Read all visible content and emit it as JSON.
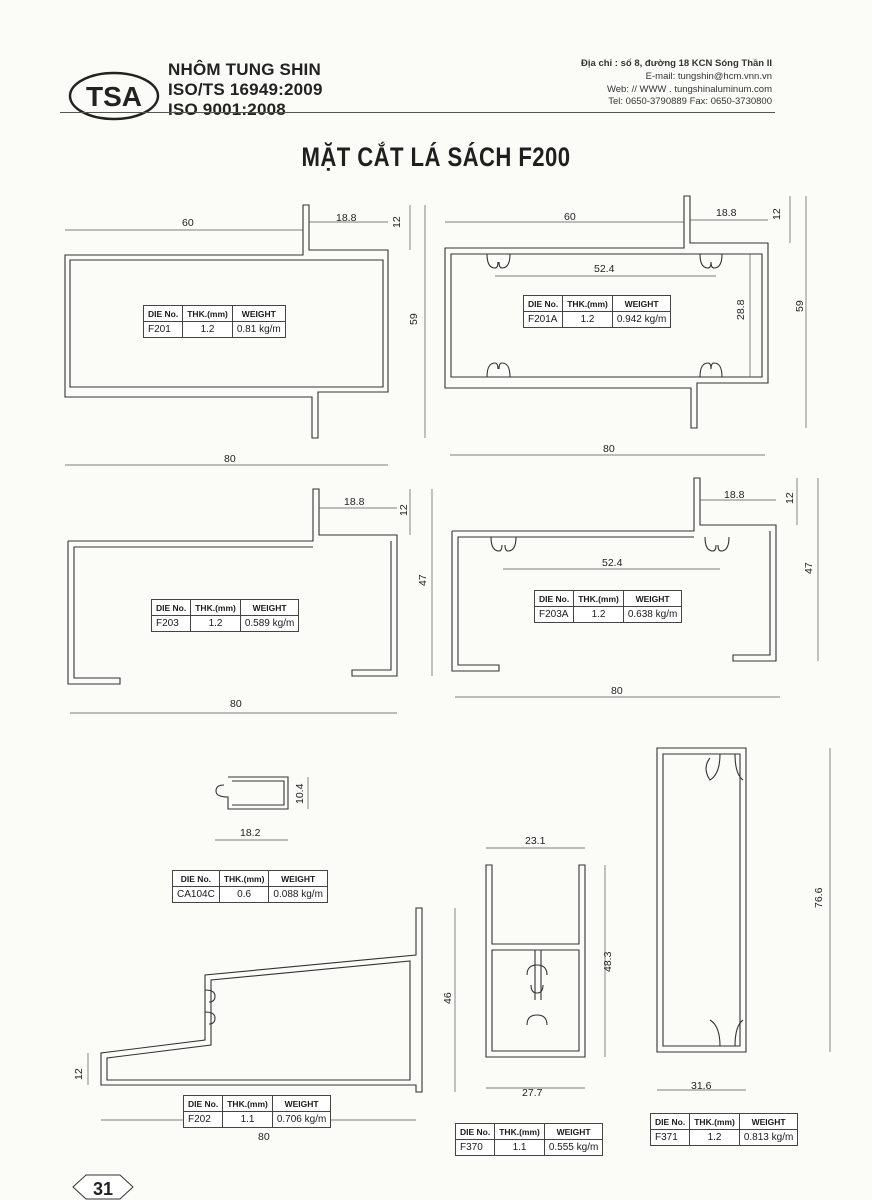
{
  "header": {
    "logo_text": "TSA",
    "company": "NHÔM TUNG SHIN",
    "cert1": "ISO/TS 16949:2009",
    "cert2": "ISO 9001:2008",
    "address": "Địa chỉ : số 8, đường 18 KCN Sóng Thần II",
    "email": "E-mail: tungshin@hcm.vnn.vn",
    "web": "Web: // WWW . tungshinaluminum.com",
    "phone": "Tel: 0650-3790889   Fax: 0650-3730800"
  },
  "title": "MẶT CẮT LÁ SÁCH F200",
  "table_headers": {
    "die": "DIE No.",
    "thk": "THK.(mm)",
    "weight": "WEIGHT"
  },
  "profiles": {
    "F201": {
      "die": "F201",
      "thk": "1.2",
      "weight": "0.81  kg/m",
      "dims": [
        "60",
        "18.8",
        "12",
        "59",
        "80"
      ]
    },
    "F201A": {
      "die": "F201A",
      "thk": "1.2",
      "weight": "0.942 kg/m",
      "dims": [
        "60",
        "18.8",
        "12",
        "52.4",
        "28.8",
        "59",
        "80"
      ]
    },
    "F203": {
      "die": "F203",
      "thk": "1.2",
      "weight": "0.589 kg/m",
      "dims": [
        "18.8",
        "12",
        "47",
        "80"
      ]
    },
    "F203A": {
      "die": "F203A",
      "thk": "1.2",
      "weight": "0.638 kg/m",
      "dims": [
        "18.8",
        "12",
        "52.4",
        "47",
        "80"
      ]
    },
    "CA104C": {
      "die": "CA104C",
      "thk": "0.6",
      "weight": "0.088 kg/m",
      "dims": [
        "10.4",
        "18.2"
      ]
    },
    "F202": {
      "die": "F202",
      "thk": "1.1",
      "weight": "0.706 kg/m",
      "dims": [
        "46",
        "12",
        "80"
      ]
    },
    "F370": {
      "die": "F370",
      "thk": "1.1",
      "weight": "0.555 kg/m",
      "dims": [
        "23.1",
        "48.3",
        "27.7"
      ]
    },
    "F371": {
      "die": "F371",
      "thk": "1.2",
      "weight": "0.813 kg/m",
      "dims": [
        "76.6",
        "31.6"
      ]
    }
  },
  "page_number": "31"
}
